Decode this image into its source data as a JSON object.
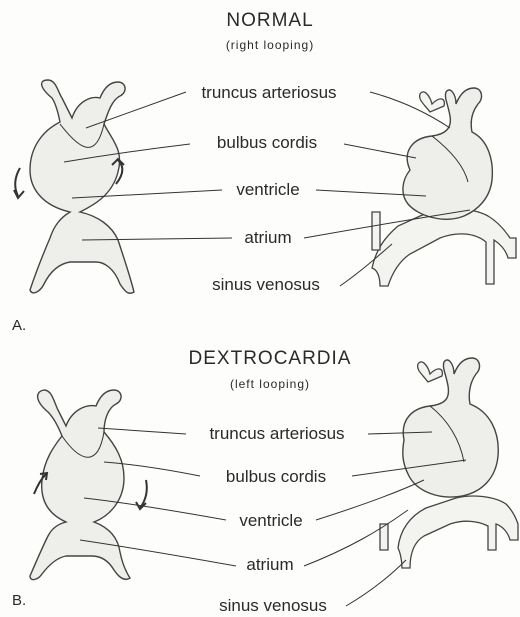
{
  "panel_a": {
    "title": "NORMAL",
    "subtitle": "(right looping)",
    "letter": "A.",
    "labels": [
      "truncus arteriosus",
      "bulbus cordis",
      "ventricle",
      "atrium",
      "sinus venosus"
    ]
  },
  "panel_b": {
    "title": "DEXTROCARDIA",
    "subtitle": "(left looping)",
    "letter": "B.",
    "labels": [
      "truncus arteriosus",
      "bulbus cordis",
      "ventricle",
      "atrium",
      "sinus venosus"
    ]
  }
}
